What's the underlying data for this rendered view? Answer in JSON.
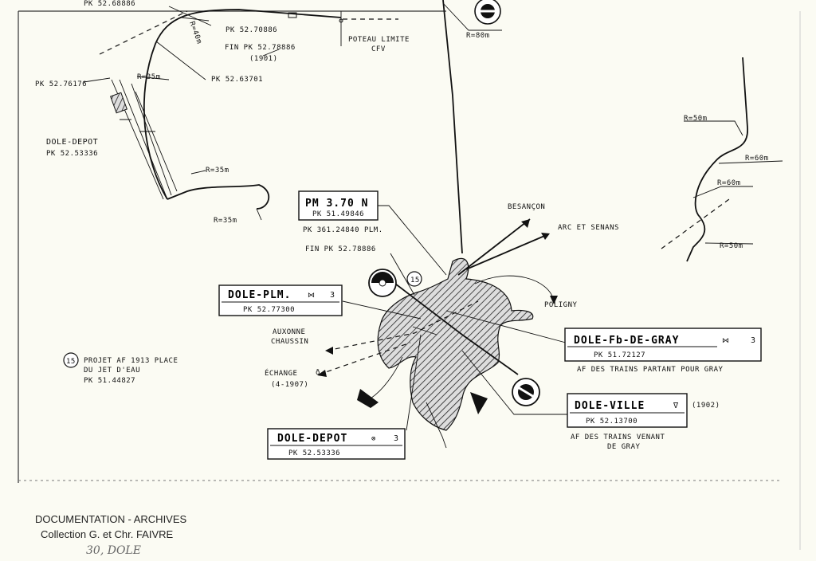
{
  "labels": {
    "pk_top_left": "PK 52.68886",
    "pk_70886": "PK 52.70886",
    "r40": "R=40m",
    "fin_78886_top": "FIN PK 52.78886",
    "year_1901": "(1901)",
    "poteau_limite": "POTEAU LIMITE",
    "cfv": "CFV",
    "r80": "R=80m",
    "pk_76176": "PK 52.76176",
    "r35_a": "R=35m",
    "pk_63701": "PK 52.63701",
    "dole_depot_top": "DOLE-DEPOT",
    "pk_53336_top": "PK 52.53336",
    "r35_b": "R=35m",
    "r35_c": "R=35m",
    "r50_a": "R=50m",
    "r60_a": "R=60m",
    "r60_b": "R=60m",
    "r50_b": "R=50m",
    "pm_main": "PM 3.70 N",
    "pm_pk": "PK 51.49846",
    "pk_plm": "PK 361.24840 PLM.",
    "fin_78886": "FIN PK 52.78886",
    "besancon": "BESANÇON",
    "arc_senans": "ARC ET SENANS",
    "poligny": "POLIGNY",
    "auxonne": "AUXONNE",
    "chaussin": "CHAUSSIN",
    "echange": "ÉCHANGE",
    "echange_date": "(4-1907)",
    "projet_num": "15",
    "projet_1": "PROJET AF 1913 PLACE",
    "projet_2": "DU JET D'EAU",
    "projet_3": "PK 51.44827",
    "fb_gray_sub": "AF DES TRAINS PARTANT POUR GRAY",
    "ville_year": "(1902)",
    "ville_sub_1": "AF DES TRAINS VENANT",
    "ville_sub_2": "DE GRAY"
  },
  "stations": {
    "plm": {
      "name": "DOLE-PLM.",
      "num": "3",
      "pk": "PK 52.77300"
    },
    "fb_gray": {
      "name": "DOLE-Fb-DE-GRAY",
      "num": "3",
      "pk": "PK 51.72127"
    },
    "ville": {
      "name": "DOLE-VILLE",
      "sym": "∇",
      "pk": "PK 52.13700"
    },
    "depot": {
      "name": "DOLE-DEPOT",
      "num": "3",
      "pk": "PK 52.53336"
    }
  },
  "footer": {
    "line1": "DOCUMENTATION - ARCHIVES",
    "line2": "Collection G. et Chr. FAIVRE",
    "handwritten": "30, DOLE"
  },
  "colors": {
    "ink": "#111111",
    "paper": "#fbfbf3"
  }
}
